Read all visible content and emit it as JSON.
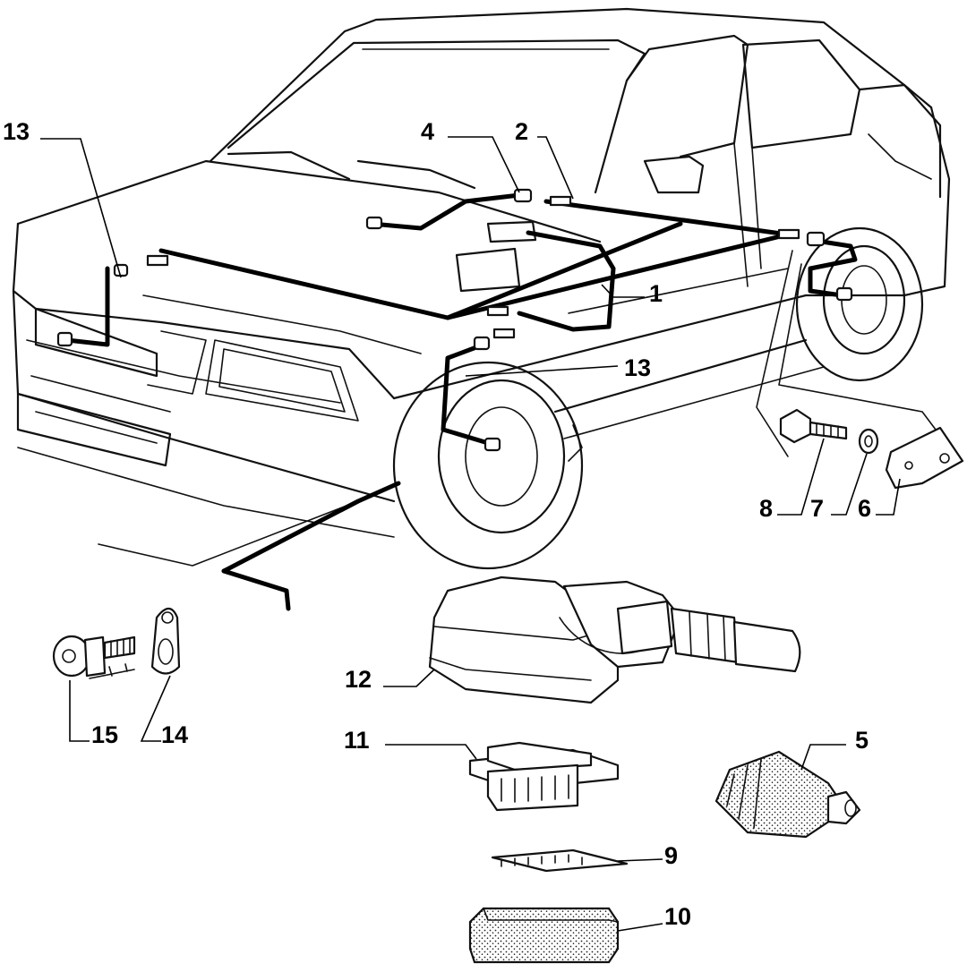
{
  "diagram": {
    "callouts": [
      "13",
      "4",
      "2",
      "1",
      "13",
      "8",
      "7",
      "6",
      "12",
      "15",
      "14",
      "11",
      "5",
      "9",
      "10"
    ]
  }
}
